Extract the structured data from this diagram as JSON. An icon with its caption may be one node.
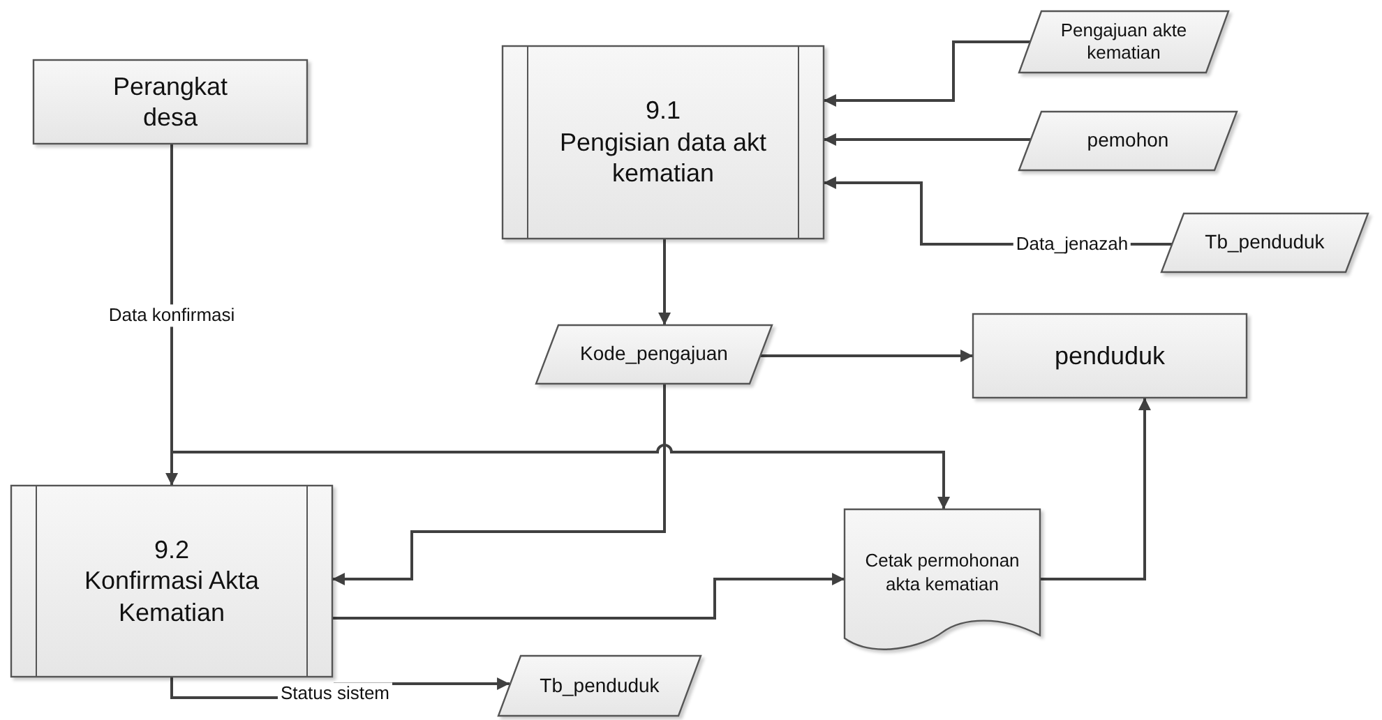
{
  "diagram": {
    "nodes": [
      {
        "text": [
          "Perangkat desa"
        ]
      },
      {
        "text": [
          "9.1",
          "Pengisian data akt kematian"
        ]
      },
      {
        "text": [
          "Pengajuan akte kematian"
        ]
      },
      {
        "text": [
          "pemohon"
        ]
      },
      {
        "text": [
          "Tb_penduduk"
        ]
      },
      {
        "text": [
          "Kode_pengajuan"
        ]
      },
      {
        "text": [
          "penduduk"
        ]
      },
      {
        "text": [
          "9.2",
          "Konfirmasi Akta Kematian"
        ]
      },
      {
        "text": [
          "Cetak permohonan akta kematian"
        ]
      },
      {
        "text": [
          "Tb_penduduk"
        ]
      }
    ],
    "edges": [
      {
        "from": 2,
        "to": 1,
        "arrow": "to"
      },
      {
        "from": 3,
        "to": 1,
        "arrow": "to"
      },
      {
        "from": 4,
        "to": 1,
        "arrow": "to",
        "label": "Data_jenazah"
      },
      {
        "from": 1,
        "to": 5,
        "arrow": "to"
      },
      {
        "from": 5,
        "to": 6,
        "arrow": "to"
      },
      {
        "from": 0,
        "to": 7,
        "arrow": "to",
        "label": "Data konfirmasi"
      },
      {
        "from": 0,
        "to": 8,
        "arrow": "to"
      },
      {
        "from": 5,
        "to": 7,
        "arrow": "to"
      },
      {
        "from": 7,
        "to": 8,
        "arrow": "to"
      },
      {
        "from": 8,
        "to": 6,
        "arrow": "to"
      },
      {
        "from": 7,
        "to": 9,
        "arrow": "to",
        "label": "Status sistem"
      }
    ]
  }
}
